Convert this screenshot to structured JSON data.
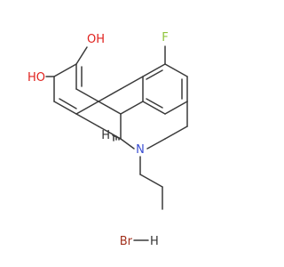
{
  "molecule": {
    "atoms": {
      "fluorine": "F",
      "hydroxyl_upper": "OH",
      "hydroxyl_lower": "HO",
      "nitrogen": "N",
      "stereo_hydrogen": "H"
    },
    "salt": {
      "bromine": "Br",
      "hydrogen": "H"
    },
    "colors": {
      "bond": "#3a3a3a",
      "fluorine": "#8fc43b",
      "oxygen": "#e0211d",
      "nitrogen": "#3b4ed3",
      "hydrogen": "#333333",
      "bromine": "#a3331f"
    }
  }
}
